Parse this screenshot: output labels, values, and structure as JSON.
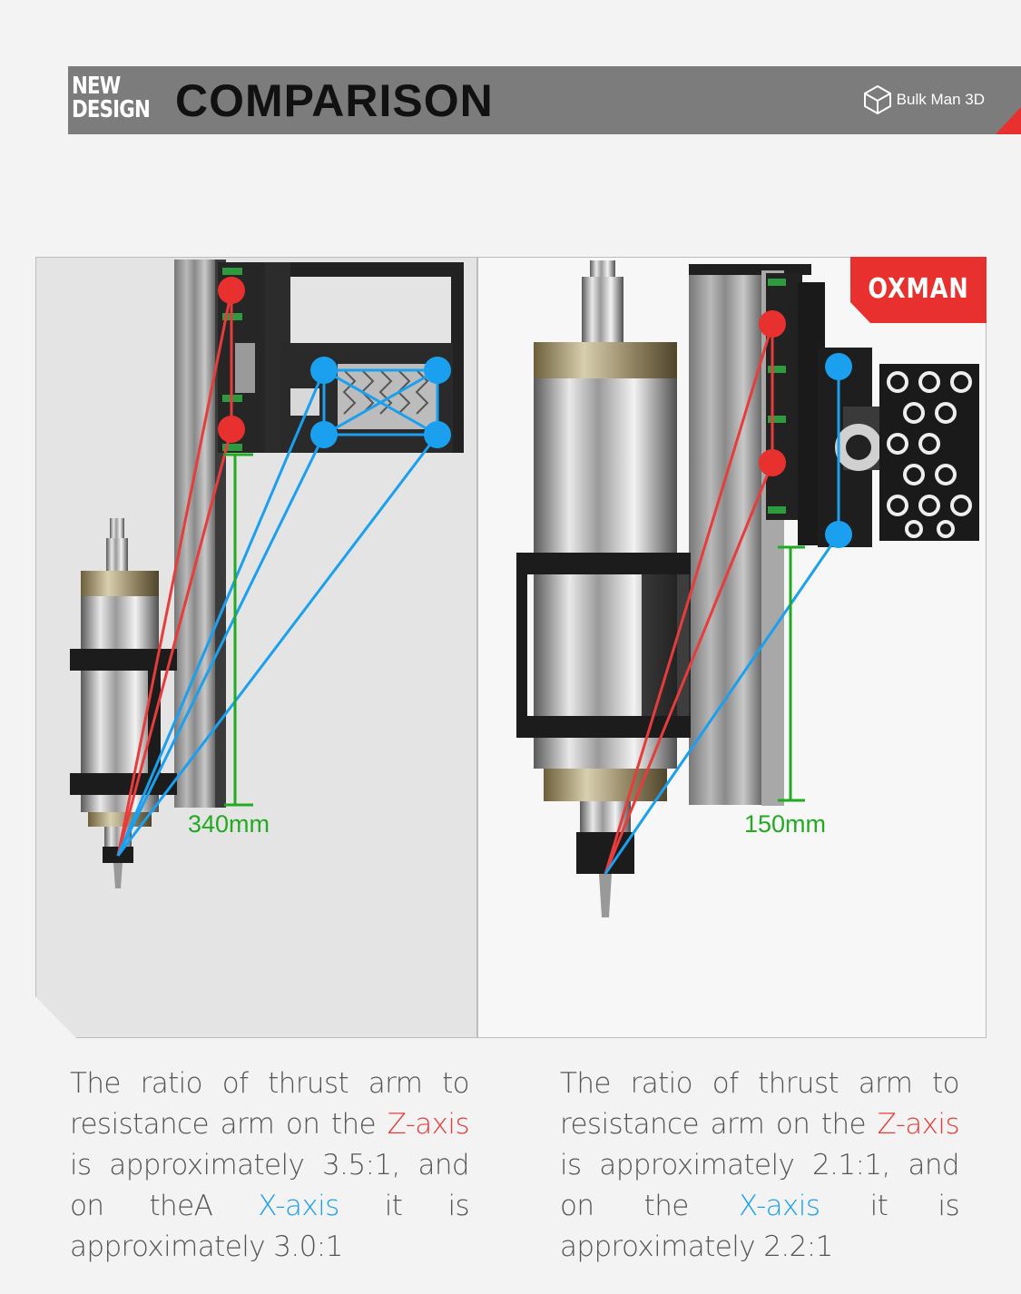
{
  "header": {
    "new_line1": "NEW",
    "new_line2": "DESIGN",
    "title": "COMPARISON",
    "brand": "Bulk Man 3D"
  },
  "colors": {
    "z_axis": "#e83c3c",
    "x_axis": "#1aa0ef",
    "dimension": "#22aa22",
    "accent": "#e8312f"
  },
  "left_panel": {
    "dimension_label": "340mm",
    "caption": {
      "part1": "The ratio of thrust arm to resistance arm on the ",
      "z_label": "Z-axis",
      "part2": " is approximately 3.5:1, and on theA ",
      "x_label": "X-axis",
      "part3": " it is approximately 3.0:1"
    }
  },
  "right_panel": {
    "badge": "OXMAN",
    "dimension_label": "150mm",
    "caption": {
      "part1": "The ratio of thrust arm to resistance arm on the ",
      "z_label": "Z-axis",
      "part2": " is approximately 2.1:1, and on the ",
      "x_label": "X-axis",
      "part3": " it is approximately 2.2:1"
    }
  }
}
